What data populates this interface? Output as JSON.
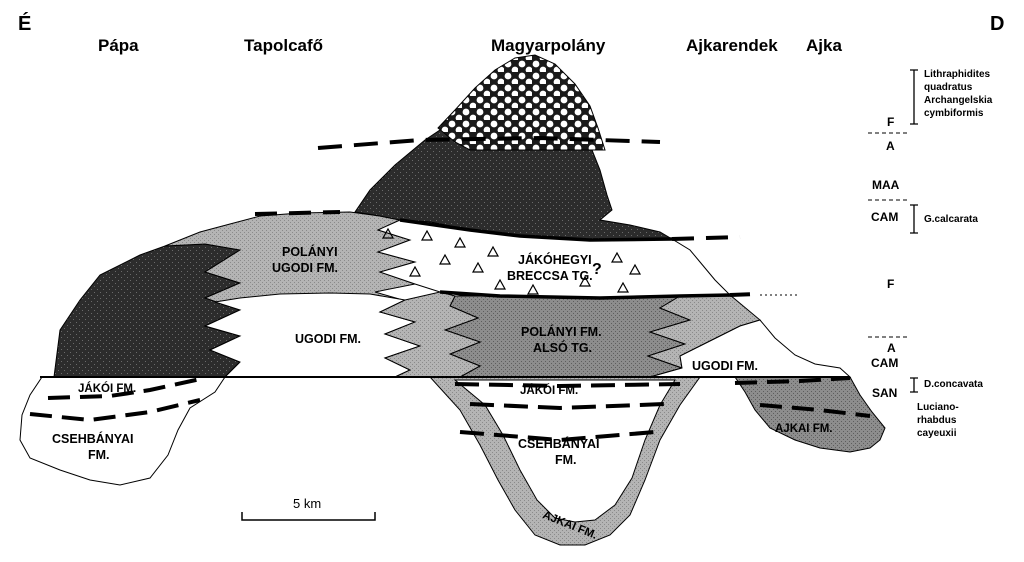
{
  "directions": {
    "west": "É",
    "east": "D"
  },
  "localities": [
    "Pápa",
    "Tapolcafő",
    "Magyarpolány",
    "Ajkarendek",
    "Ajka"
  ],
  "formations": {
    "polanyi_ugodi_1": "POLÁNYI",
    "polanyi_ugodi_2": "UGODI FM.",
    "jakohegyi_1": "JÁKÓHEGYI",
    "jakohegyi_2": "BRECCSA TG.",
    "question": "?",
    "ugodi_center": "UGODI FM.",
    "polanyi_also_1": "POLÁNYI FM.",
    "polanyi_also_2": "ALSÓ TG.",
    "ugodi_east": "UGODI FM.",
    "jakoi_west": "JÁKÓI FM.",
    "jakoi_center": "JÁKÓI FM.",
    "csehbanyai_w_1": "CSEHBÁNYAI",
    "csehbanyai_w_2": "FM.",
    "csehbanyai_c_1": "CSEHBÁNYAI",
    "csehbanyai_c_2": "FM.",
    "ajkai_east": "AJKAI FM.",
    "ajkai_bottom": "AJKAI FM."
  },
  "stratigraphy": {
    "labels": [
      "F",
      "A",
      "MAA",
      "CAM",
      "F",
      "A",
      "CAM",
      "SAN"
    ],
    "zones": {
      "lithraphidites_1": "Lithraphidites",
      "lithraphidites_2": "quadratus",
      "archangelskia_1": "Archangelskia",
      "archangelskia_2": "cymbiformis",
      "gcalcarata": "G.calcarata",
      "dconcavata": "D.concavata",
      "lucianorhabdus_1": "Luciano-",
      "lucianorhabdus_2": "rhabdus",
      "lucianorhabdus_3": "cayeuxii"
    }
  },
  "scale_bar": {
    "label": "5 km"
  },
  "colors": {
    "light_gray": "#b9b9b9",
    "mid_gray": "#8f8f8f",
    "dark": "#262626",
    "black": "#000000"
  }
}
